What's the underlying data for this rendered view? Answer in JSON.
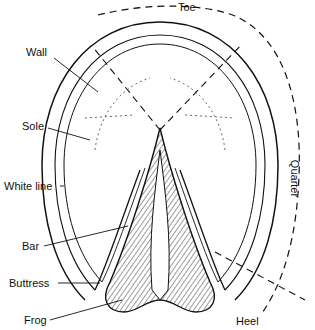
{
  "diagram": {
    "labels": [
      "Toe",
      "Wall",
      "Sole",
      "White line",
      "Bar",
      "Buttress",
      "Frog",
      "Quarter",
      "Heel"
    ]
  }
}
